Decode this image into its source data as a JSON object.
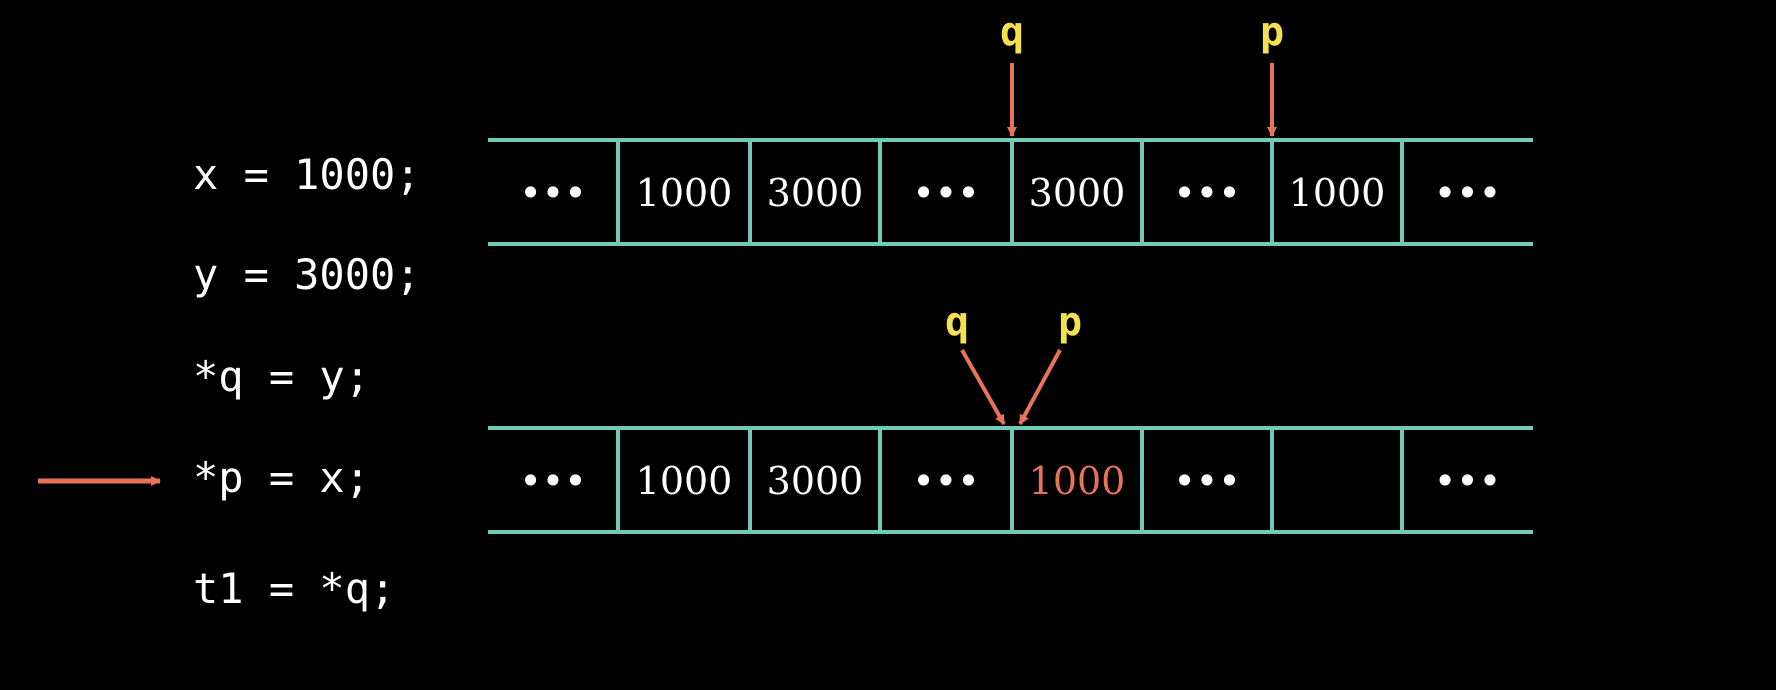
{
  "code": {
    "lines": [
      "x = 1000;",
      "y = 3000;",
      "*q = y;",
      "*p = x;",
      "t1 = *q;"
    ],
    "current_line": 3
  },
  "memory": {
    "rows": [
      {
        "cells": [
          "•••",
          "1000",
          "3000",
          "•••",
          "3000",
          "•••",
          "1000",
          "•••"
        ],
        "highlight_cells": [],
        "pointers": [
          {
            "label": "q",
            "cell_boundary": 4
          },
          {
            "label": "p",
            "cell_boundary": 6
          }
        ]
      },
      {
        "cells": [
          "•••",
          "1000",
          "3000",
          "•••",
          "1000",
          "•••",
          "",
          "•••"
        ],
        "highlight_cells": [
          4
        ],
        "pointers": [
          {
            "label": "q",
            "cell_boundary": 4
          },
          {
            "label": "p",
            "cell_boundary": 4
          }
        ]
      }
    ]
  },
  "colors": {
    "background": "#000000",
    "text": "#ffffff",
    "grid": "#6fcab8",
    "arrow": "#e8735a",
    "pointer_label": "#f4e14f",
    "highlight": "#e8735a"
  }
}
